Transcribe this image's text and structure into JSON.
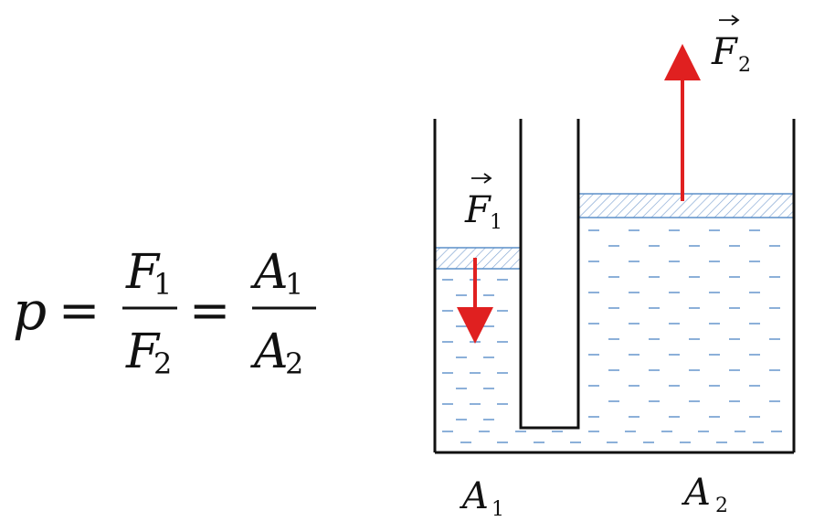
{
  "formula": {
    "lhs": "p",
    "eq": "=",
    "frac1": {
      "num_sym": "F",
      "num_sub": "1",
      "den_sym": "F",
      "den_sub": "2"
    },
    "frac2": {
      "num_sym": "A",
      "num_sub": "1",
      "den_sym": "A",
      "den_sub": "2"
    }
  },
  "labels": {
    "f1": {
      "sym": "F",
      "sub": "1"
    },
    "f2": {
      "sym": "F",
      "sub": "2"
    },
    "a1": {
      "sym": "A",
      "sub": "1"
    },
    "a2": {
      "sym": "A",
      "sub": "2"
    }
  },
  "colors": {
    "force_arrow": "#e02020",
    "liquid_dash": "#5b8fc9",
    "piston_hatch": "#7fa3d1",
    "container": "#111111"
  }
}
